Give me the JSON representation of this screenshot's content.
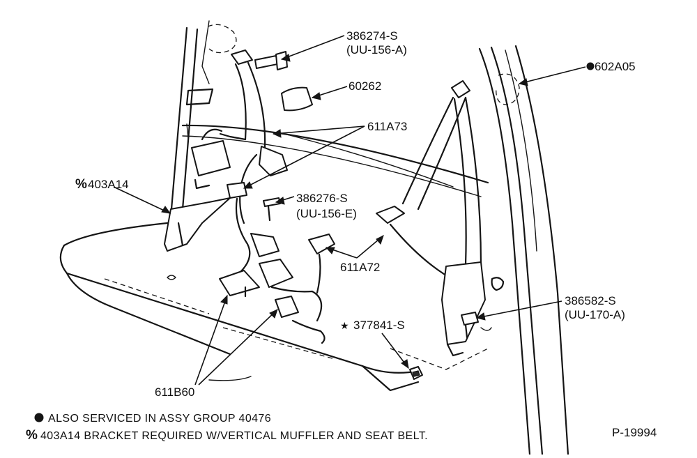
{
  "colors": {
    "ink": "#151515",
    "paper": "#ffffff"
  },
  "labels": {
    "p386274s": "386274-S",
    "p386274s_code": "(UU-156-A)",
    "p60262": "60262",
    "p611a73": "611A73",
    "p602a05": "602A05",
    "p403a14": "403A14",
    "p386276s": "386276-S",
    "p386276s_code": "(UU-156-E)",
    "p611a72": "611A72",
    "p386582s": "386582-S",
    "p386582s_code": "(UU-170-A)",
    "p377841s": "377841-S",
    "p611b60": "611B60"
  },
  "symbols": {
    "dot": "●",
    "percent": "%",
    "star": "★"
  },
  "notes": {
    "dot_note": "ALSO SERVICED IN ASSY GROUP 40476",
    "percent_note": "403A14 BRACKET REQUIRED W/VERTICAL MUFFLER AND SEAT BELT."
  },
  "figure_id": "P-19994"
}
